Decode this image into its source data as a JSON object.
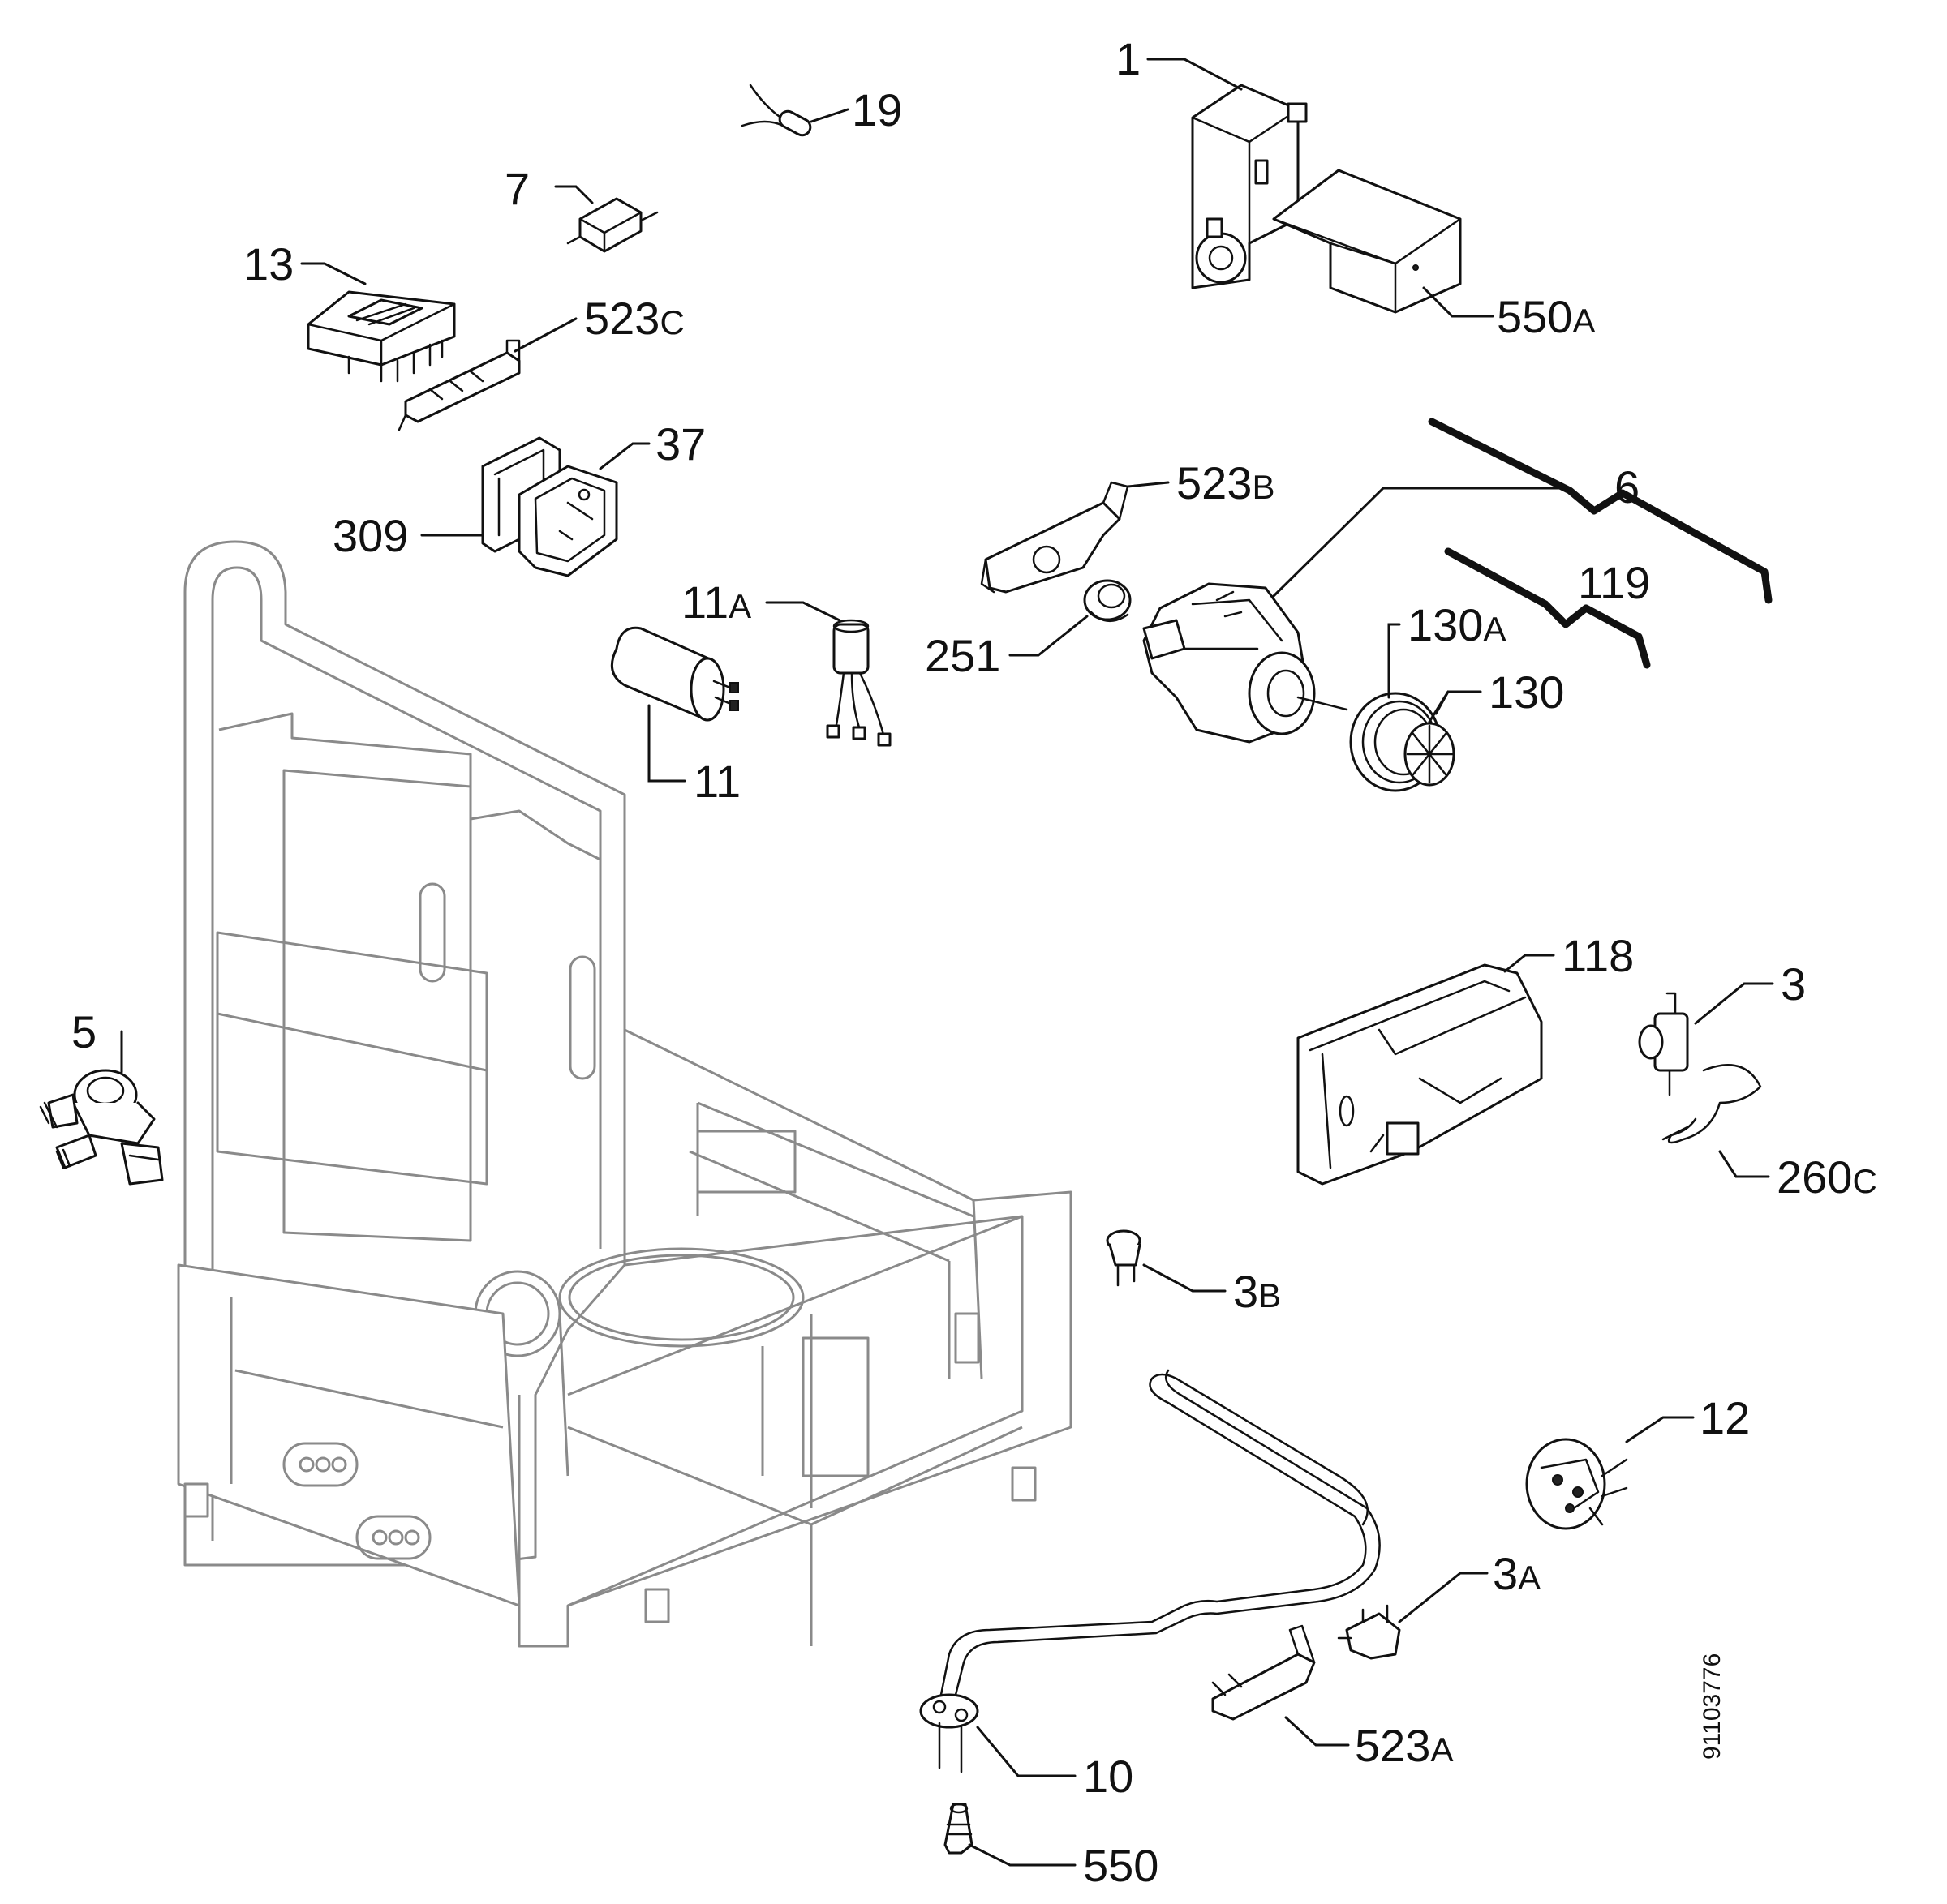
{
  "drawing_number": "91103776",
  "part_labels": {
    "p1": {
      "main": "1",
      "suffix": ""
    },
    "p19": {
      "main": "19",
      "suffix": ""
    },
    "p7": {
      "main": "7",
      "suffix": ""
    },
    "p13": {
      "main": "13",
      "suffix": ""
    },
    "p523c": {
      "main": "523",
      "suffix": "C"
    },
    "p550a": {
      "main": "550",
      "suffix": "A"
    },
    "p37": {
      "main": "37",
      "suffix": ""
    },
    "p309": {
      "main": "309",
      "suffix": ""
    },
    "p523b": {
      "main": "523",
      "suffix": "B"
    },
    "p6": {
      "main": "6",
      "suffix": ""
    },
    "p119": {
      "main": "119",
      "suffix": ""
    },
    "p11a": {
      "main": "11",
      "suffix": "A"
    },
    "p130a": {
      "main": "130",
      "suffix": "A"
    },
    "p251": {
      "main": "251",
      "suffix": ""
    },
    "p130": {
      "main": "130",
      "suffix": ""
    },
    "p11": {
      "main": "11",
      "suffix": ""
    },
    "p118": {
      "main": "118",
      "suffix": ""
    },
    "p3": {
      "main": "3",
      "suffix": ""
    },
    "p5": {
      "main": "5",
      "suffix": ""
    },
    "p260c": {
      "main": "260",
      "suffix": "C"
    },
    "p3b": {
      "main": "3",
      "suffix": "B"
    },
    "p12": {
      "main": "12",
      "suffix": ""
    },
    "p3a": {
      "main": "3",
      "suffix": "A"
    },
    "p523a": {
      "main": "523",
      "suffix": "A"
    },
    "p10": {
      "main": "10",
      "suffix": ""
    },
    "p550": {
      "main": "550",
      "suffix": ""
    }
  }
}
